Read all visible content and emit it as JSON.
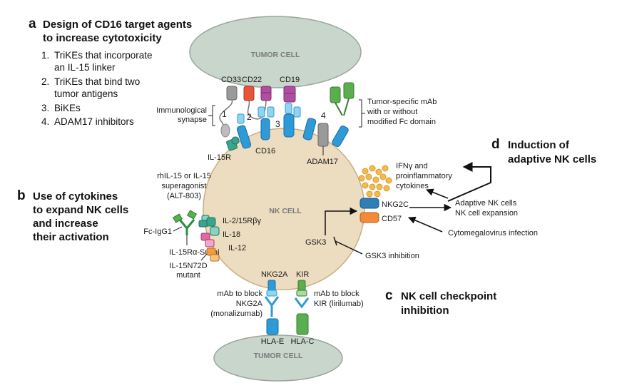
{
  "panel_a": {
    "letter": "a",
    "heading_line1": "Design of CD16 target agents",
    "heading_line2": "to increase cytotoxicity",
    "items": [
      {
        "num": "1.",
        "line1": "TriKEs that incorporate",
        "line2": "an IL-15 linker"
      },
      {
        "num": "2.",
        "line1": "TriKEs that bind two",
        "line2": "tumor antigens"
      },
      {
        "num": "3.",
        "line1": "BiKEs",
        "line2": ""
      },
      {
        "num": "4.",
        "line1": "ADAM17 inhibitors",
        "line2": ""
      }
    ]
  },
  "panel_b": {
    "letter": "b",
    "heading_lines": [
      "Use of cytokines",
      "to expand NK cells",
      "and increase",
      "their activation"
    ]
  },
  "panel_c": {
    "letter": "c",
    "heading_line1": "NK cell checkpoint",
    "heading_line2": "inhibition"
  },
  "panel_d": {
    "letter": "d",
    "heading_line1": "Induction of",
    "heading_line2": "adaptive NK cells"
  },
  "cells": {
    "tumor_top": "TUMOR CELL",
    "nk": "NK CELL",
    "tumor_bottom": "TUMOR CELL"
  },
  "tumor_antigens": {
    "cd33": "CD33",
    "cd22": "CD22",
    "cd19": "CD19"
  },
  "synapse": {
    "line1": "Immunological",
    "line2": "synapse",
    "agent_numbers": [
      "1",
      "2",
      "3",
      "4"
    ]
  },
  "mab": {
    "line1": "Tumor-specific mAb",
    "line2": "with or without",
    "line3": "modified Fc domain"
  },
  "receptors": {
    "il15r": "IL-15R",
    "cd16": "CD16",
    "adam17": "ADAM17",
    "nkg2c": "NKG2C",
    "cd57": "CD57",
    "nkg2a": "NKG2A",
    "kir": "KIR",
    "hla_e": "HLA-E",
    "hla_c": "HLA-C",
    "gsk3": "GSK3"
  },
  "cytokines": {
    "rhil15_line1": "rhIL-15 or IL-15",
    "rhil15_line2": "superagonist",
    "rhil15_line3": "(ALT-803)",
    "fc_igg1": "Fc-IgG1",
    "il15ra": "IL-15Rα-Sushi",
    "il15n72d_line1": "IL-15N72D",
    "il15n72d_line2": "mutant",
    "il2": "IL-2/15Rβγ",
    "il18": "IL-18",
    "il12": "IL-12"
  },
  "adaptive": {
    "ifn_line1": "IFNγ and",
    "ifn_line2": "proinflammatory",
    "ifn_line3": "cytokines",
    "expansion_line1": "Adaptive NK cells",
    "expansion_line2": "NK cell expansion",
    "cmv": "Cytomegalovirus infection",
    "gsk3_inhibition": "GSK3 inhibition"
  },
  "checkpoint": {
    "nkg2a_line1": "mAb to block",
    "nkg2a_line2": "NKG2A",
    "nkg2a_line3": "(monalizumab)",
    "kir_line1": "mAb to block",
    "kir_line2": "KIR (lirilumab)"
  },
  "colors": {
    "tumor_fill": "#c9d6cc",
    "nk_fill": "#ecdcc0",
    "cd16_blue": "#2e9ad8",
    "cd33_gray": "#9a9a9a",
    "cd22_red": "#e8533a",
    "cd19_purple": "#b04fa0",
    "teal": "#3aa58e",
    "green": "#5aae4e",
    "pink": "#e26aa3",
    "orange": "#f59c3a",
    "cytokine_yellow": "#f2bb52"
  }
}
